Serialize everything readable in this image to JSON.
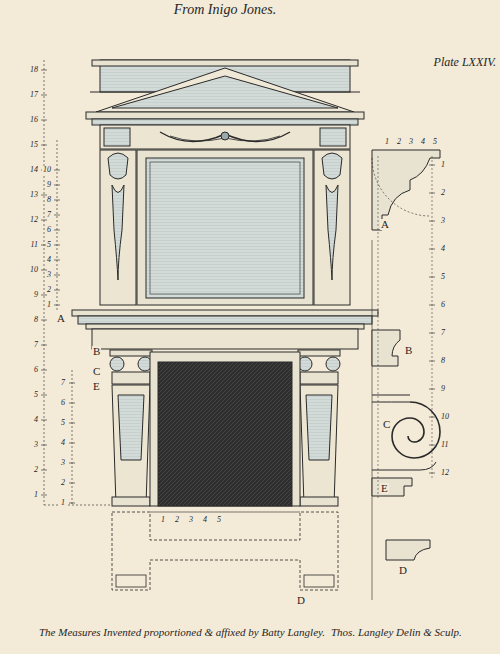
{
  "diagram": {
    "title": "From Inigo Jones.",
    "caption": "The Measures Invented proportioned & affixed by Batty Langley.",
    "labels": [
      "Plate LXXIV.",
      "Thos. Langley Delin & Sculp.",
      "A",
      "B",
      "C",
      "E",
      "A",
      "B",
      "C",
      "E",
      "D",
      "D",
      "1",
      "2",
      "3",
      "4",
      "5",
      "6",
      "7",
      "8",
      "9",
      "10",
      "11",
      "12",
      "13",
      "14",
      "15",
      "16",
      "17",
      "18",
      "1",
      "2",
      "3",
      "4",
      "5",
      "6",
      "7",
      "1",
      "2",
      "3",
      "4",
      "5",
      "6",
      "7",
      "8",
      "9",
      "10",
      "1",
      "2",
      "3",
      "4",
      "5",
      "1",
      "2",
      "3",
      "4",
      "5",
      "6",
      "7",
      "8",
      "9",
      "10",
      "11",
      "12",
      "1",
      "2",
      "3",
      "4",
      "5"
    ]
  }
}
